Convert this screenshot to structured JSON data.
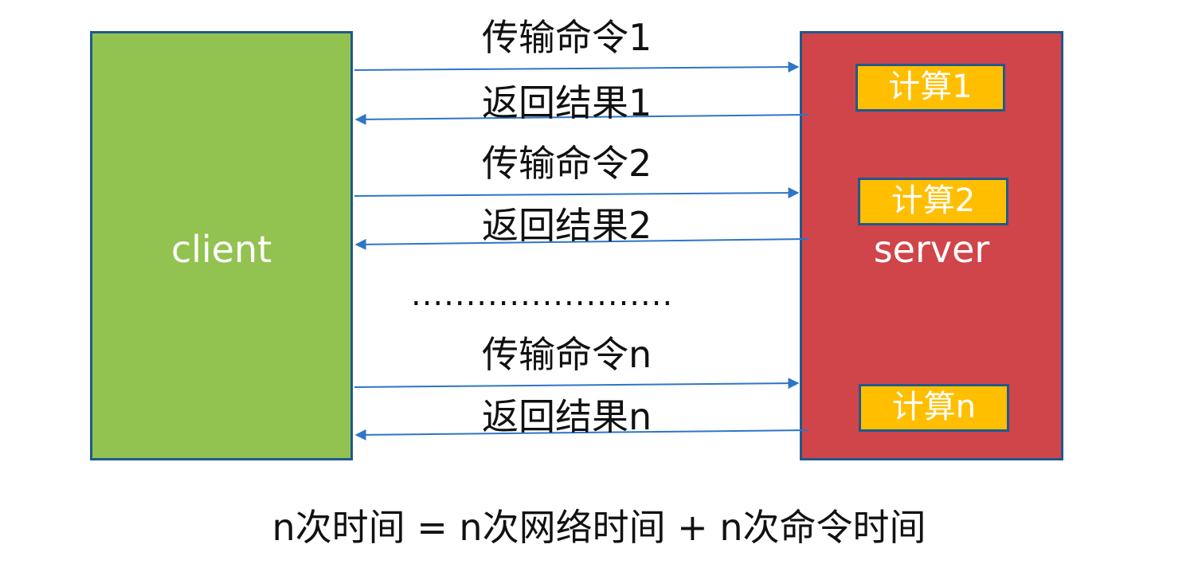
{
  "client": {
    "label": "client",
    "color": "#92c24f"
  },
  "server": {
    "label": "server",
    "color": "#d0454a",
    "calcs": [
      "计算1",
      "计算2",
      "计算n"
    ]
  },
  "messages": {
    "send_1": "传输命令1",
    "return_1": "返回结果1",
    "send_2": "传输命令2",
    "return_2": "返回结果2",
    "ellipsis": "........................",
    "send_n": "传输命令n",
    "return_n": "返回结果n"
  },
  "formula": "n次时间 = n次网络时间 + n次命令时间",
  "colors": {
    "border": "#1f5a8c",
    "arrow": "#2e75c7",
    "calc_fill": "#ffbf00"
  }
}
